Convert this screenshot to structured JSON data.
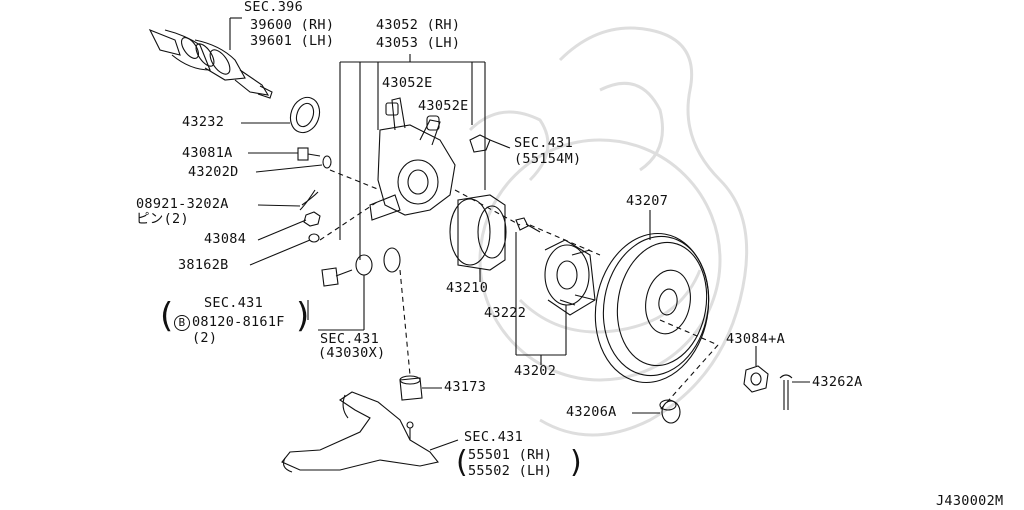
{
  "diagram_code": "J430002M",
  "labels": {
    "sec396": "SEC.396",
    "p39600": "39600 (RH)",
    "p39601": "39601 (LH)",
    "p43052": "43052 (RH)",
    "p43053": "43053 (LH)",
    "p43052e_a": "43052E",
    "p43052e_b": "43052E",
    "sec431_a": "SEC.431",
    "p55154m": "(55154M)",
    "p43232": "43232",
    "p43081a": "43081A",
    "p43202d": "43202D",
    "p08921": "08921-3202A",
    "pin2": "ピン(2)",
    "p43084": "43084",
    "p38162b": "38162B",
    "sec431_b": "SEC.431",
    "bolt_code": "08120-8161F",
    "bolt_qty": "(2)",
    "bolt_mark": "B",
    "sec431_c": "SEC.431",
    "p43030x": "(43030X)",
    "p43210": "43210",
    "p43222": "43222",
    "p43202": "43202",
    "p43207": "43207",
    "p43084a": "43084+A",
    "p43262a": "43262A",
    "p43173_hl": "4317",
    "p43173_tail": "3",
    "p43206a": "43206A",
    "sec431_d": "SEC.431",
    "p55501": "55501 (RH)",
    "p55502": "55502 (LH)"
  },
  "colors": {
    "line": "#111111",
    "highlight": "#aab0f0",
    "watermark": "#d9d9d9"
  }
}
